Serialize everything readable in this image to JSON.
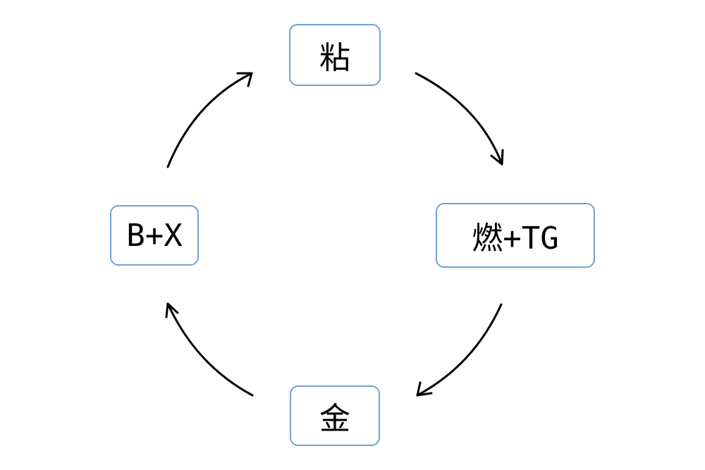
{
  "diagram": {
    "type": "cycle",
    "nodes": [
      {
        "id": "top",
        "label": "粘"
      },
      {
        "id": "right",
        "label": "燃+TG"
      },
      {
        "id": "bottom",
        "label": "金"
      },
      {
        "id": "left",
        "label": "B+X"
      }
    ],
    "edges": [
      {
        "from": "top",
        "to": "right"
      },
      {
        "from": "right",
        "to": "bottom"
      },
      {
        "from": "bottom",
        "to": "left"
      },
      {
        "from": "left",
        "to": "top"
      }
    ],
    "colors": {
      "node_border": "#6fa3d2",
      "node_text": "#000000",
      "arrow": "#000000",
      "background": "#ffffff"
    }
  }
}
